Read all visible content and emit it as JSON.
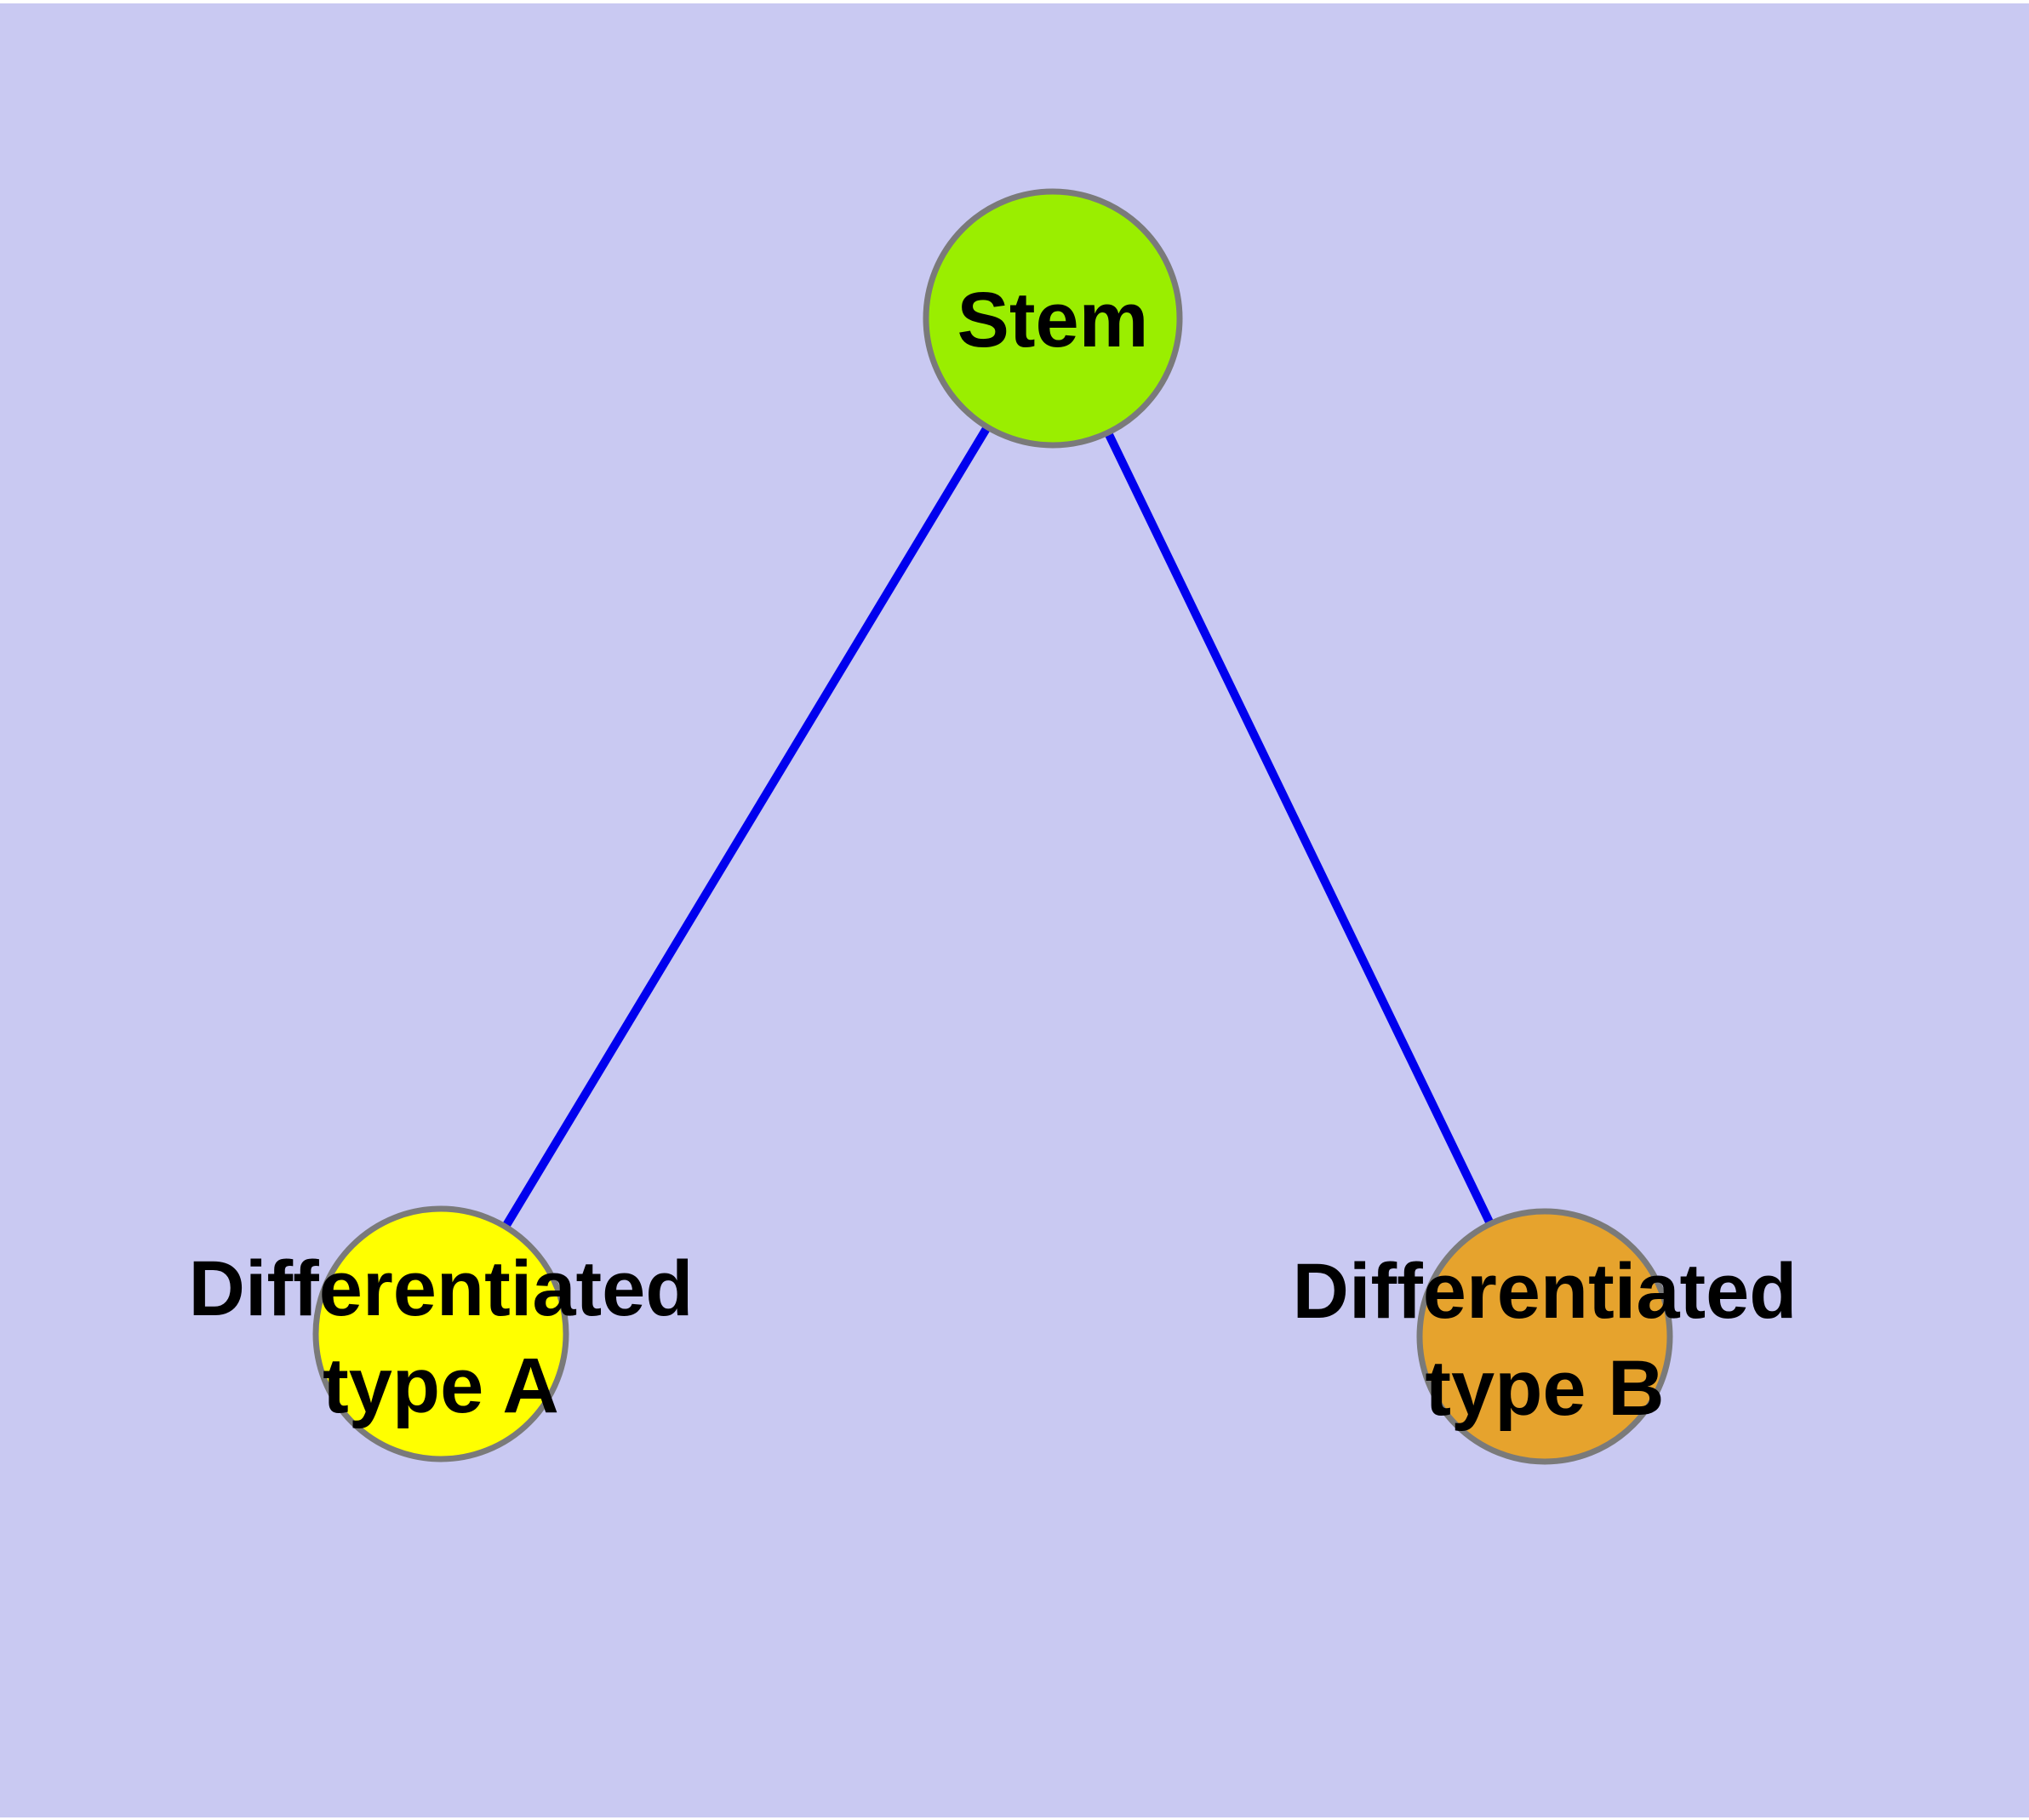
{
  "canvas": {
    "background_color": "#C9C9F2",
    "frame_color": "#FFFFFF"
  },
  "graph": {
    "text_color": "#000000",
    "node_border_color": "#7A7A7A",
    "edge_color": "#0000EE",
    "nodes": [
      {
        "id": "stem",
        "label": "Stem",
        "fill": "#9AEE00"
      },
      {
        "id": "differentiated-type-a",
        "label": "Differentiated type A",
        "label_lines": [
          "Differentiated",
          "type A"
        ],
        "fill": "#FFFF00"
      },
      {
        "id": "differentiated-type-b",
        "label": "Differentiated type B",
        "label_lines": [
          "Differentiated",
          "type B"
        ],
        "fill": "#E6A32D"
      }
    ],
    "edges": [
      {
        "from": "stem",
        "to": "differentiated-type-a"
      },
      {
        "from": "stem",
        "to": "differentiated-type-b"
      }
    ]
  }
}
